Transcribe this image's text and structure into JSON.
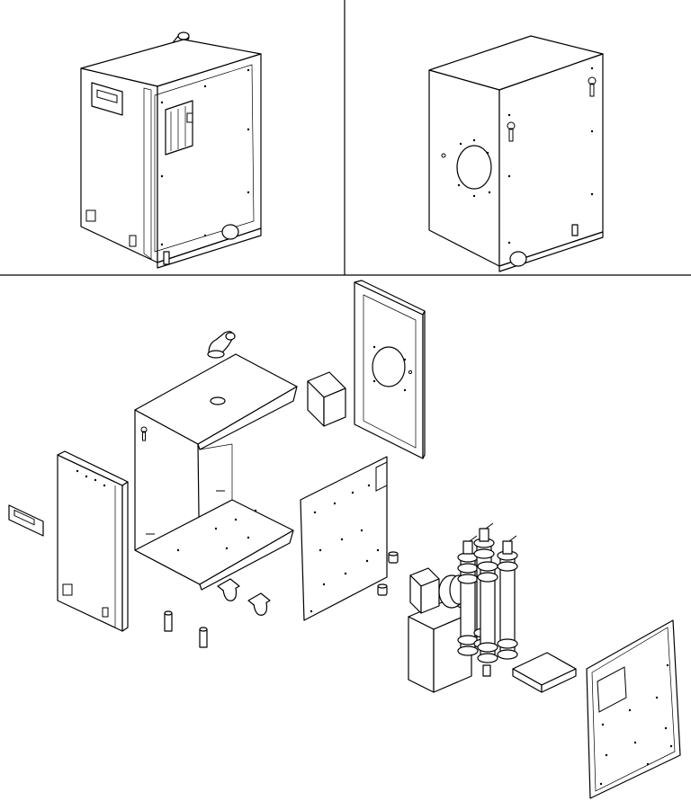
{
  "diagram": {
    "kind": "isometric exploded assembly drawing",
    "views": [
      {
        "id": "assembled-rear",
        "panel": "top-left"
      },
      {
        "id": "assembled-front",
        "panel": "top-right"
      },
      {
        "id": "exploded",
        "panel": "bottom"
      }
    ],
    "parts": [
      "elbow-vent",
      "main-housing",
      "side-panel-left",
      "handle-plate",
      "door-panel-with-port",
      "junction-box",
      "mounting-plate",
      "caster-wheel",
      "leg-post",
      "standoff",
      "transformer-box",
      "uv-lamp-assembly",
      "bracket-tray",
      "back-panel"
    ],
    "colors": {
      "line": "#000000",
      "background": "#ffffff"
    }
  }
}
